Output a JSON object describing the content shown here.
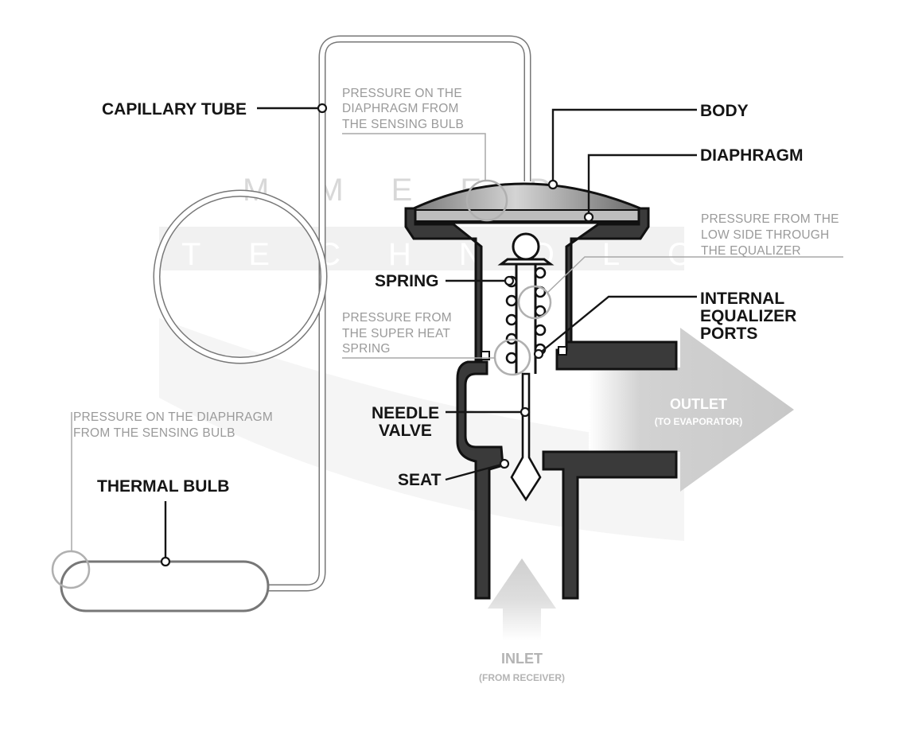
{
  "watermark": {
    "line1": "MMEED",
    "line2": "TECHNOLOGIES"
  },
  "labels": {
    "capillary_tube": "CAPILLARY TUBE",
    "body": "BODY",
    "diaphragm": "DIAPHRAGM",
    "spring": "SPRING",
    "internal_equalizer_ports": [
      "INTERNAL",
      "EQUALIZER",
      "PORTS"
    ],
    "needle_valve": [
      "NEEDLE",
      "VALVE"
    ],
    "seat": "SEAT",
    "thermal_bulb": "THERMAL BULB"
  },
  "notes": {
    "pressure_diaphragm_top": [
      "PRESSURE ON THE",
      "DIAPHRAGM FROM",
      "THE SENSING BULB"
    ],
    "pressure_low_side": [
      "PRESSURE FROM THE",
      "LOW SIDE THROUGH",
      "THE EQUALIZER"
    ],
    "pressure_super_heat": [
      "PRESSURE FROM",
      "THE SUPER HEAT",
      "SPRING"
    ],
    "pressure_diaphragm_bulb": [
      "PRESSURE ON THE DIAPHRAGM",
      "FROM THE SENSING BULB"
    ]
  },
  "arrows": {
    "outlet": {
      "title": "OUTLET",
      "subtitle": "(TO EVAPORATOR)"
    },
    "inlet": {
      "title": "INLET",
      "subtitle": "(FROM RECEIVER)"
    }
  },
  "colors": {
    "metal": "#3a3a3a",
    "outline": "#151515",
    "flow_arrow": "#cfcfcf",
    "annotation_gray": "#9a9a9a"
  }
}
